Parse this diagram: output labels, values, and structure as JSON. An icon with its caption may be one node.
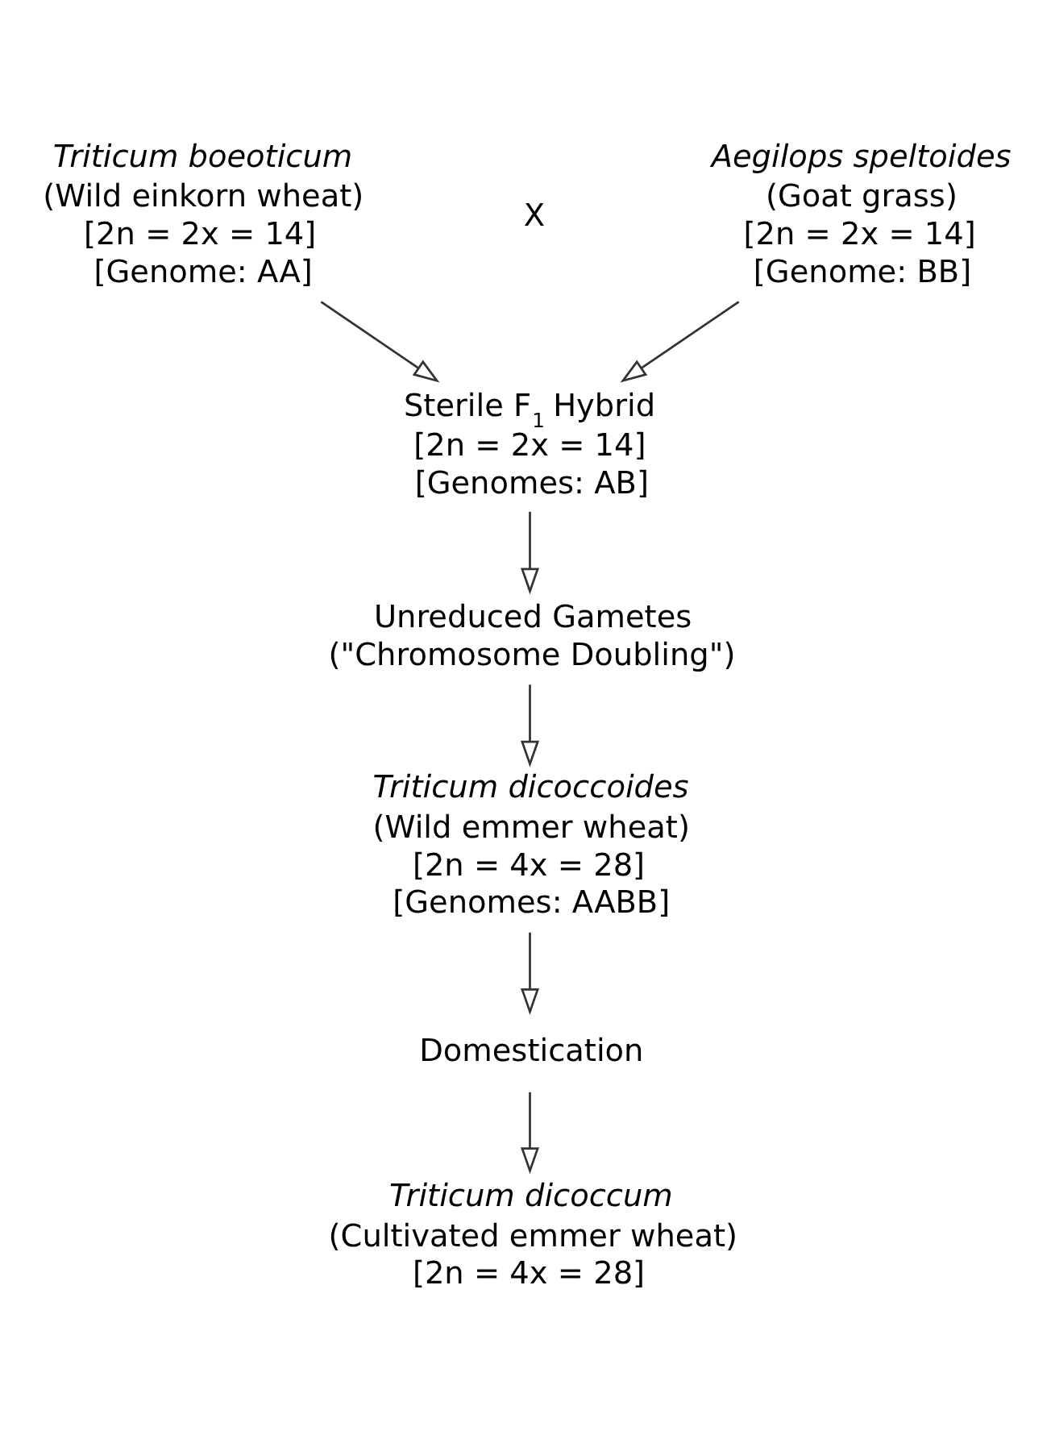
{
  "diagram": {
    "nodes": [
      {
        "text": [
          "Triticum boeoticum",
          "(Wild einkorn wheat)",
          "[2n = 2x = 14]",
          "[Genome: AA]"
        ]
      },
      {
        "text": [
          "Aegilops speltoides",
          "(Goat grass)",
          "[2n = 2x = 14]",
          "[Genome: BB]"
        ]
      },
      {
        "text": [
          "Sterile F$_{1}$ Hybrid",
          "[2n = 2x = 14]",
          "[Genomes: AB]"
        ]
      },
      {
        "text": [
          "Unreduced Gametes",
          "(\"Chromosome Doubling\")"
        ]
      },
      {
        "text": [
          "Triticum dicoccoides",
          "(Wild emmer wheat)",
          "[2n = 4x = 28]",
          "[Genomes: AABB]"
        ]
      },
      {
        "text": [
          "Domestication"
        ]
      },
      {
        "text": [
          "Triticum dicoccum",
          "(Cultivated emmer wheat)",
          "[2n = 4x = 28]"
        ]
      }
    ],
    "edges": [
      {
        "from": 0,
        "to": 2,
        "arrow": "to"
      },
      {
        "from": 1,
        "to": 2,
        "arrow": "to"
      },
      {
        "from": 2,
        "to": 3,
        "arrow": "to"
      },
      {
        "from": 3,
        "to": 4,
        "arrow": "to"
      },
      {
        "from": 4,
        "to": 5,
        "arrow": "to"
      },
      {
        "from": 5,
        "to": 6,
        "arrow": "to"
      }
    ],
    "labels": [
      "X"
    ]
  }
}
